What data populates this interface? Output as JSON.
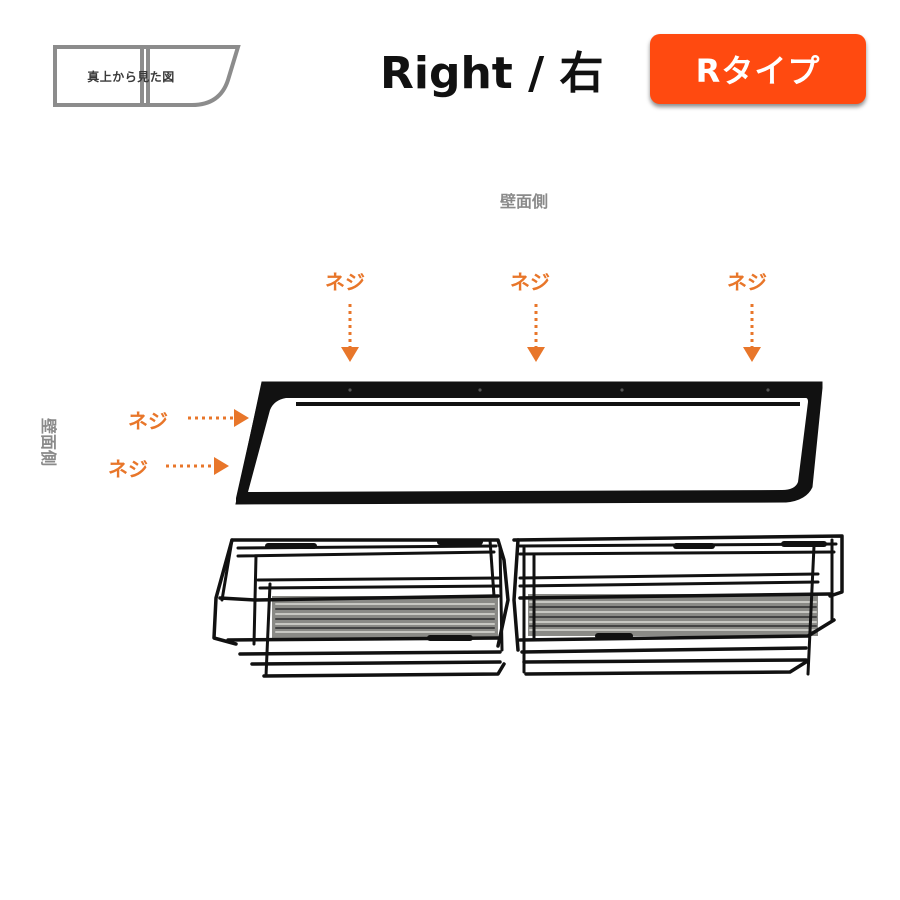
{
  "header": {
    "view_badge_label": "真上から見た図",
    "title": "Right / 右",
    "type_badge": "Rタイプ"
  },
  "diagram": {
    "wall_side_top": "壁面側",
    "wall_side_left": "壁面側",
    "screw_labels_top": [
      "ネジ",
      "ネジ",
      "ネジ"
    ],
    "screw_labels_side": [
      "ネジ",
      "ネジ"
    ]
  },
  "colors": {
    "accent_orange": "#e8762a",
    "badge_red": "#ff4a10",
    "frame_black": "#111111"
  }
}
